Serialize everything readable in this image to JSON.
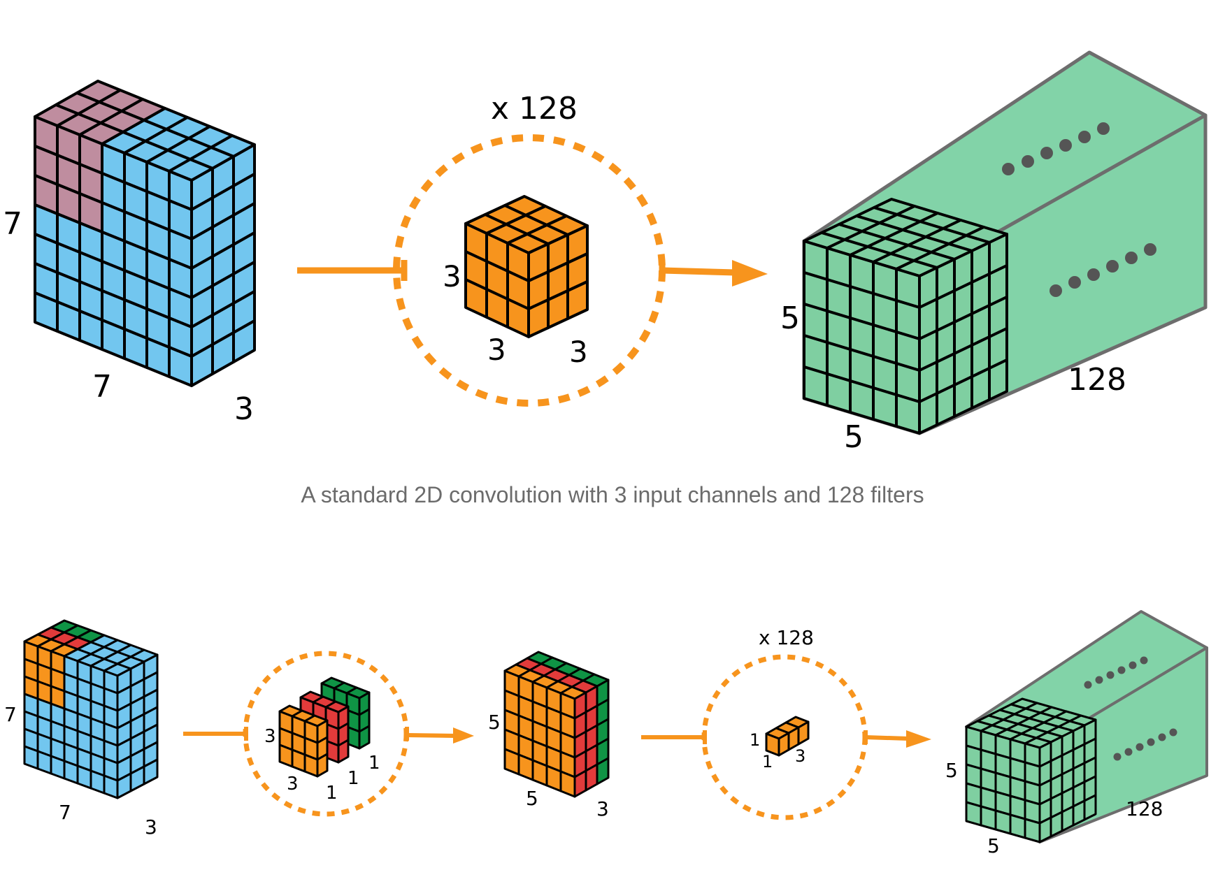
{
  "colors": {
    "input": "#72c6ef",
    "highlight": "#bf8d9f",
    "filter": "#f7941d",
    "output": "#7fcfa1",
    "output_face": "#82d3a8",
    "red": "#e23b3b",
    "green": "#0f9445",
    "arrow": "#f7941d"
  },
  "top": {
    "input_height": "7",
    "input_width": "7",
    "input_depth": "3",
    "filter_count": "x 128",
    "filter_height": "3",
    "filter_width": "3",
    "filter_depth": "3",
    "output_height": "5",
    "output_width": "5",
    "output_depth": "128"
  },
  "caption": "A standard 2D convolution with 3 input channels and 128 filters",
  "bottom": {
    "input_height": "7",
    "input_width": "7",
    "input_depth": "3",
    "dw_height": "3",
    "dw_width": "3",
    "dw_depth_a": "1",
    "dw_depth_b": "1",
    "dw_depth_c": "1",
    "mid_height": "5",
    "mid_width": "5",
    "mid_depth": "3",
    "pw_count": "x 128",
    "pw_height": "1",
    "pw_width": "1",
    "pw_depth": "3",
    "output_height": "5",
    "output_width": "5",
    "output_depth": "128"
  }
}
